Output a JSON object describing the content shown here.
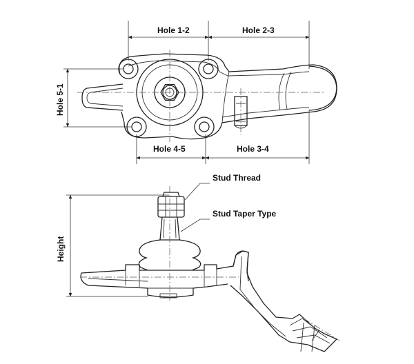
{
  "top_view": {
    "labels": {
      "hole_1_2": "Hole 1-2",
      "hole_2_3": "Hole 2-3",
      "hole_4_5": "Hole 4-5",
      "hole_3_4": "Hole 3-4",
      "hole_5_1": "Hole 5-1"
    }
  },
  "side_view": {
    "labels": {
      "stud_thread": "Stud Thread",
      "stud_taper_type": "Stud Taper Type",
      "height": "Height"
    }
  }
}
